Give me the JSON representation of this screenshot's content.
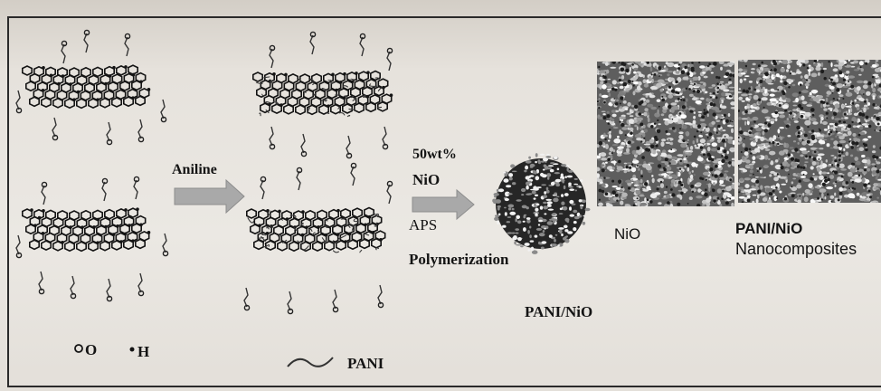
{
  "step1": {
    "reagent": "Aniline"
  },
  "step2": {
    "lines": [
      "50wt%",
      "NiO",
      "APS",
      "Polymerization"
    ]
  },
  "product": {
    "label": "PANI/NiO"
  },
  "images": {
    "nio": {
      "label": "NiO"
    },
    "composite": {
      "label_line1": "PANI/NiO",
      "label_line2": "Nanocomposites"
    }
  },
  "legend": {
    "oxygen": "O",
    "hydrogen": "H",
    "pani": "PANI"
  },
  "colors": {
    "arrow": "#a9a9a9",
    "ink": "#141414",
    "frame": "#2a2a2a"
  }
}
